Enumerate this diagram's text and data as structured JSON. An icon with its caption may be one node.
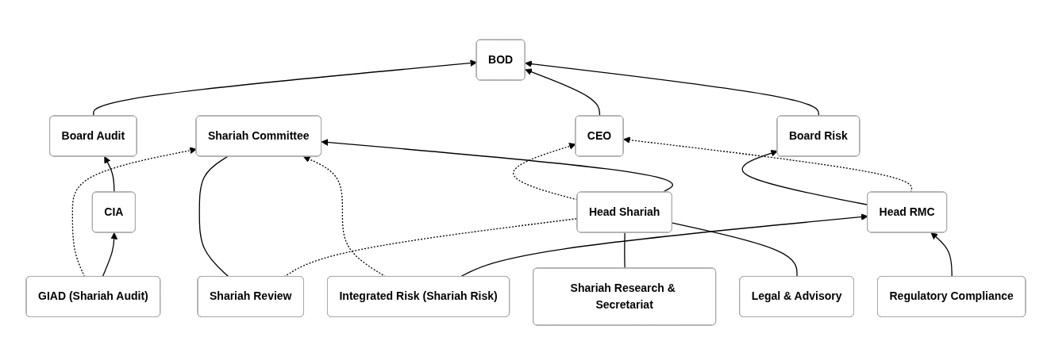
{
  "diagram": {
    "nodes": [
      {
        "text": [
          "BOD"
        ]
      },
      {
        "text": [
          "Shariah Committee"
        ]
      },
      {
        "text": [
          "CEO"
        ]
      },
      {
        "text": [
          "Board Risk"
        ]
      },
      {
        "text": [
          "Board Audit"
        ]
      },
      {
        "text": [
          "Head Shariah"
        ]
      },
      {
        "text": [
          "Head RMC"
        ]
      },
      {
        "text": [
          "CIA"
        ]
      },
      {
        "text": [
          "Legal & Advisory"
        ]
      },
      {
        "text": [
          "Shariah Research & Secretariat"
        ]
      },
      {
        "text": [
          "Shariah Review"
        ]
      },
      {
        "text": [
          "Regulatory Compliance"
        ]
      },
      {
        "text": [
          "Integrated Risk (Shariah Risk)"
        ]
      },
      {
        "text": [
          "GIAD (Shariah Audit)"
        ]
      }
    ],
    "edges": [
      {
        "from": 5,
        "to": 1,
        "arrow": "to"
      },
      {
        "from": 2,
        "to": 0,
        "arrow": "to"
      },
      {
        "from": 3,
        "to": 0,
        "arrow": "to"
      },
      {
        "from": 4,
        "to": 0,
        "arrow": "to"
      },
      {
        "from": 5,
        "to": 2,
        "arrow": "to",
        "style": "dashed"
      },
      {
        "from": 6,
        "to": 2,
        "arrow": "to",
        "style": "dashed"
      },
      {
        "from": 6,
        "to": 3,
        "arrow": "to"
      },
      {
        "from": 7,
        "to": 4,
        "arrow": "to"
      },
      {
        "from": 5,
        "to": 8,
        "arrow": "none"
      },
      {
        "from": 5,
        "to": 9,
        "arrow": "none"
      },
      {
        "from": 5,
        "to": 10,
        "arrow": "none",
        "style": "dashed"
      },
      {
        "from": 1,
        "to": 10,
        "arrow": "none"
      },
      {
        "from": 11,
        "to": 6,
        "arrow": "to"
      },
      {
        "from": 12,
        "to": 6,
        "arrow": "to"
      },
      {
        "from": 13,
        "to": 7,
        "arrow": "to"
      },
      {
        "from": 12,
        "to": 1,
        "arrow": "to",
        "style": "dashed"
      },
      {
        "from": 13,
        "to": 1,
        "arrow": "to",
        "style": "dashed"
      }
    ]
  }
}
